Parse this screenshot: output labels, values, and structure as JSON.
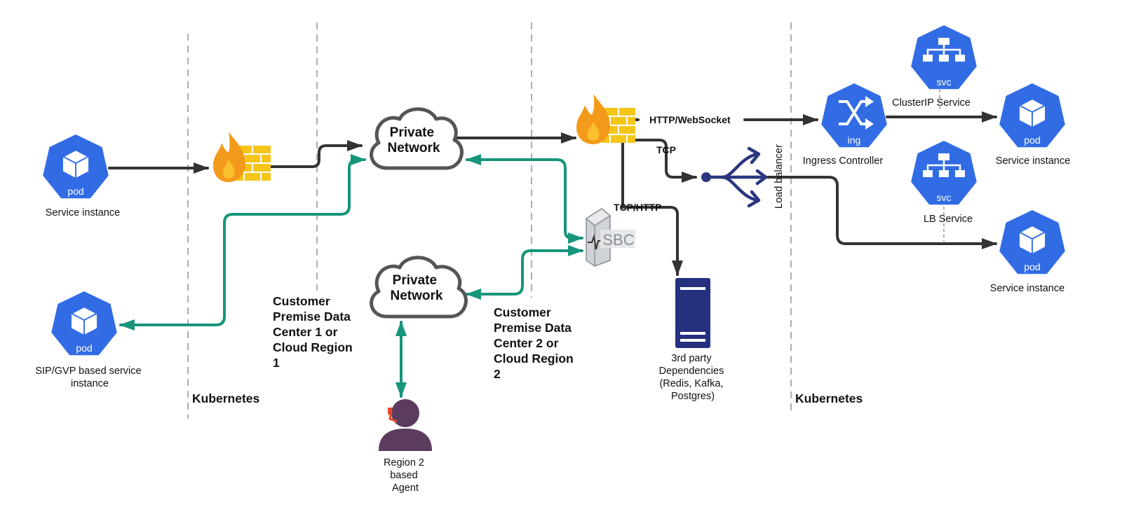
{
  "colors": {
    "k8s_blue": "#326ce5",
    "arrow_dark": "#333333",
    "arrow_teal": "#16957b",
    "firewall_wall": "#f5c518",
    "flame": "#f49a1a",
    "server_navy": "#25307e",
    "lb_navy": "#2b3680",
    "agent_purple": "#5b3c5e",
    "headset_red": "#e8472a"
  },
  "icons": {
    "pod_label": "pod",
    "svc_label": "svc",
    "ing_label": "ing",
    "sbc_label": "SBC"
  },
  "zones": {
    "left_k8s": "Kubernetes",
    "right_k8s": "Kubernetes",
    "dc1": [
      "Customer",
      "Premise Data",
      "Center 1 or",
      "Cloud Region",
      "1"
    ],
    "dc2": [
      "Customer",
      "Premise Data",
      "Center 2 or",
      "Cloud Region",
      "2"
    ]
  },
  "nodes": {
    "service_instance_left": "Service  instance",
    "sip_gvp": [
      "SIP/GVP based service",
      "instance"
    ],
    "private_network_top": [
      "Private",
      "Network"
    ],
    "private_network_bottom": [
      "Private",
      "Network"
    ],
    "agent": [
      "Region 2",
      "based",
      "Agent"
    ],
    "third_party": [
      "3rd party",
      "Dependencies",
      "(Redis, Kafka,",
      "Postgres)"
    ],
    "load_balancer": "Load balancer",
    "ingress": "Ingress Controller",
    "clusterip": "ClusterIP Service",
    "lb_service": "LB Service",
    "service_instance_top": "Service instance",
    "service_instance_bottom": "Service instance"
  },
  "edges": {
    "http_ws": "HTTP/WebSocket",
    "tcp": "TCP",
    "tcp_http": "TCP/HTTP"
  }
}
